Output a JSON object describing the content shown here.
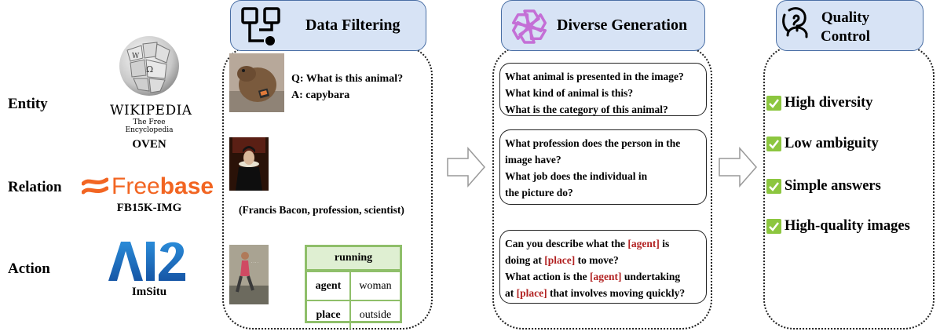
{
  "rows": [
    {
      "label": "Entity",
      "source": "OVEN"
    },
    {
      "label": "Relation",
      "source": "FB15K-IMG"
    },
    {
      "label": "Action",
      "source": "ImSitu"
    }
  ],
  "logos": {
    "wikipedia_title": "WIKIPEDIA",
    "wikipedia_subtitle": "The Free Encyclopedia",
    "freebase_a": "Free",
    "freebase_b": "base",
    "ai2": "AI2"
  },
  "headers": {
    "filtering": "Data Filtering",
    "generation": "Diverse Generation",
    "quality": [
      "Quality",
      "Control"
    ]
  },
  "filtering": {
    "entity_q": "Q: What is this animal?",
    "entity_a": "A: capybara",
    "relation_triple": "(Francis Bacon, profession, scientist)",
    "action_table": {
      "verb": "running",
      "rows": [
        {
          "role": "agent",
          "value": "woman"
        },
        {
          "role": "place",
          "value": "outside"
        }
      ]
    }
  },
  "generation": {
    "entity_questions": [
      "What animal is presented in the image?",
      "What kind of animal is this?",
      "What is the category of this animal?"
    ],
    "relation_questions": [
      "What profession does the person in the",
      "image have?",
      "What job does the individual in",
      "the picture do?"
    ],
    "action_parts": {
      "l1a": "Can you describe what the ",
      "agent": "[agent]",
      "l1b": " is",
      "l2a": "doing at ",
      "place": "[place]",
      "l2b": " to move?",
      "l3a": "What action is the ",
      "l3b": " undertaking",
      "l4a": "at ",
      "l4b": " that involves moving quickly?"
    }
  },
  "quality": {
    "items": [
      "High diversity",
      "Low ambiguity",
      "Simple answers",
      "High-quality images"
    ]
  },
  "colors": {
    "tab_fill": "#d7e3f5",
    "tab_border": "#4a6fa5",
    "check_green": "#8cc63f",
    "table_green": "#8fbf6a",
    "placeholder_red": "#b22222"
  }
}
